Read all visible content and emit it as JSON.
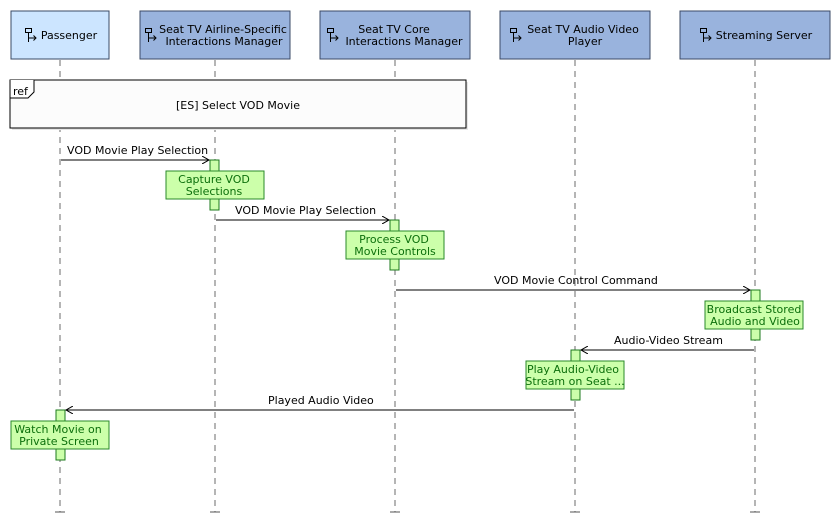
{
  "participants": [
    {
      "id": "passenger",
      "lines": [
        "Passenger"
      ],
      "fill": "#cce5ff"
    },
    {
      "id": "airline-manager",
      "lines": [
        "Seat TV Airline-Specific",
        "Interactions Manager"
      ],
      "fill": "#99b3dd"
    },
    {
      "id": "core-manager",
      "lines": [
        "Seat TV Core",
        "Interactions Manager"
      ],
      "fill": "#99b3dd"
    },
    {
      "id": "av-player",
      "lines": [
        "Seat TV Audio Video",
        "Player"
      ],
      "fill": "#99b3dd"
    },
    {
      "id": "streaming-server",
      "lines": [
        "Streaming Server"
      ],
      "fill": "#99b3dd"
    }
  ],
  "ref_frame": {
    "tag": "ref",
    "label": "[ES] Select VOD Movie"
  },
  "messages": [
    {
      "label": "VOD Movie Play Selection"
    },
    {
      "label": "VOD Movie Play Selection"
    },
    {
      "label": "VOD Movie Control Command"
    },
    {
      "label": "Audio-Video Stream"
    },
    {
      "label": "Played Audio Video"
    }
  ],
  "actions": [
    {
      "lines": [
        "Capture VOD",
        "Selections"
      ]
    },
    {
      "lines": [
        "Process VOD",
        "Movie Controls"
      ]
    },
    {
      "lines": [
        "Broadcast Stored",
        "Audio and Video"
      ]
    },
    {
      "lines": [
        "Play Audio-Video",
        "Stream on Seat ..."
      ]
    },
    {
      "lines": [
        "Watch Movie on",
        "Private Screen"
      ]
    }
  ],
  "colors": {
    "action_fill": "#ccffaa",
    "action_text": "#0c6f0c",
    "passenger_fill": "#cce5ff",
    "system_fill": "#99b3dd"
  }
}
